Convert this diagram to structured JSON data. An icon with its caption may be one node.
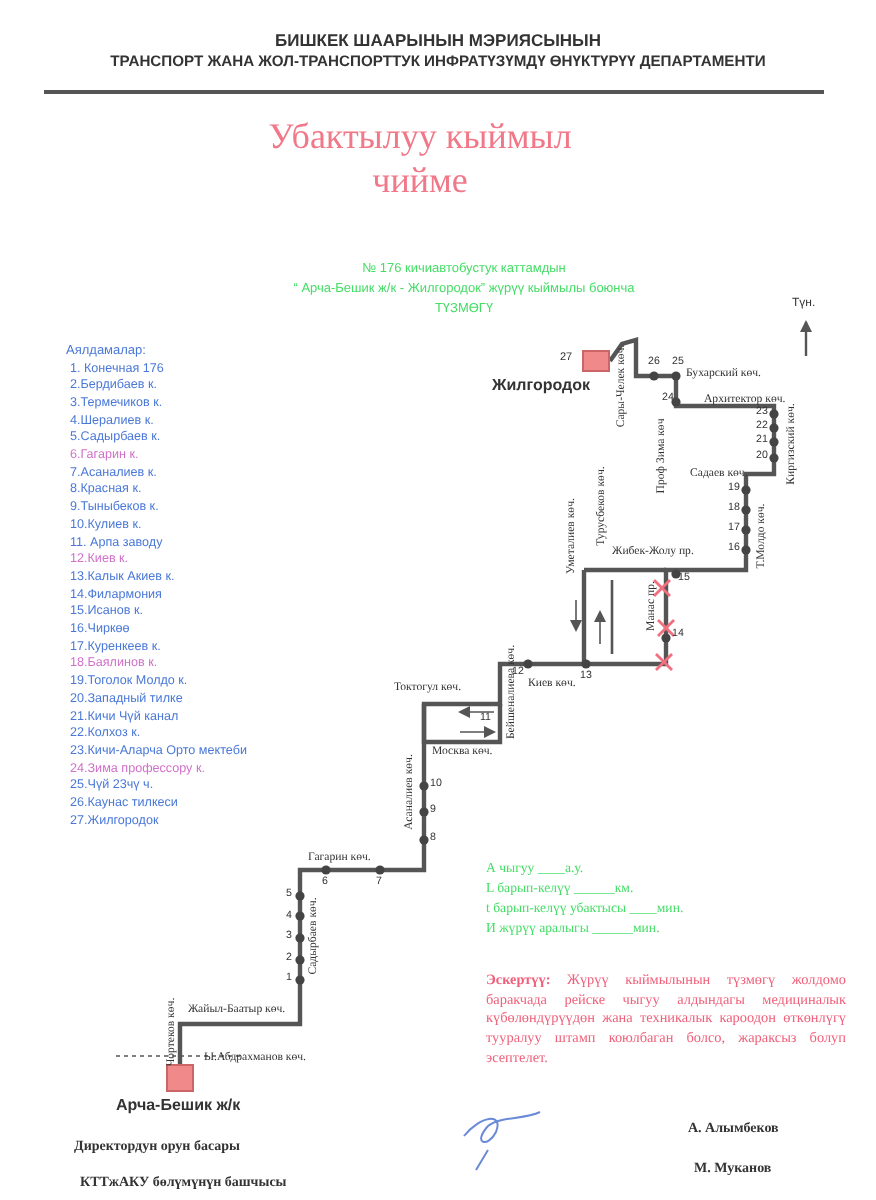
{
  "diagram": {
    "title": "Убактылуу кыймыл чийме",
    "nodes": [
      {
        "text": [
          "Арча-Бешик ж/к"
        ]
      },
      {
        "text": [
          "Жилгородок"
        ],
        "beside": [
          "27"
        ]
      }
    ],
    "edges": [
      {
        "from": 0,
        "to": 1,
        "arrow": "none"
      }
    ],
    "labels": [
      "БИШКЕК ШААРЫНЫН  МЭРИЯСЫНЫН",
      "ТРАНСПОРТ ЖАНА ЖОЛ-ТРАНСПОРТТУК ИНФРАТҮЗҮМДҮ ӨНҮКТҮРҮҮ ДЕПАРТАМЕНТИ",
      "№ 176  кичиавтобустук каттамдын",
      "“ Арча-Бешик ж/к - Жилгородок” жүрүү кыймылы боюнча",
      "ТҮЗМӨГҮ",
      "Түн.",
      "Аялдамалар:",
      "1. Конечная 176",
      "2.Бердибаев к.",
      "3.Термечиков к.",
      "4.Шералиев к.",
      "5.Садырбаев к.",
      "6.Гагарин к.",
      "7.Асаналиев к.",
      "8.Красная к.",
      "9.Тыныбеков к.",
      "10.Кулиев к.",
      "11.  Арпа заводу",
      "12.Киев  к.",
      "13.Калык Акиев к.",
      "14.Филармония",
      "15.Исанов к.",
      "16.Чиркөө",
      "17.Куренкеев  к.",
      "18.Баялинов к.",
      "19.Тоголок Молдо к.",
      "20.Западный тилке",
      "21.Кичи Чүй канал",
      "22.Колхоз к.",
      "23.Кичи-Аларча Орто мектеби",
      "24.Зима профессору к.",
      "25.Чүй 23чү ч.",
      "26.Каунас тилкеси",
      "27.Жилгородок",
      "Бухарский көч.",
      "Сары-Челек көч.",
      "Архитектор көч.",
      "Проф Зима көч",
      "Киргизский көч.",
      "Садаев көч.",
      "Т.Молдо көч.",
      "Жибек-Жолу пр.",
      "Турусбеков көч.",
      "Уметалиев көч.",
      "Манас пр.",
      "Киев көч.",
      "Бейшеналиева көч.",
      "Токтогул көч.",
      "Москва көч.",
      "Асаналиев көч.",
      "Гагарин көч.",
      "Садырбаев көч.",
      "Жайыл-Баатыр көч.",
      "Чортеков көч.",
      "Ы.Абдрахманов көч.",
      "1",
      "2",
      "3",
      "4",
      "5",
      "6",
      "7",
      "8",
      "9",
      "10",
      "11",
      "12",
      "13",
      "14",
      "15",
      "16",
      "17",
      "18",
      "19",
      "20",
      "21",
      "22",
      "23",
      "24",
      "25",
      "26",
      "А чыгуу ____а.у.",
      "L барып-келүү ______км.",
      "t барып-келүү убактысы ____мин.",
      "И жүрүү аралыгы ______мин.",
      "**Эскертүү:** Жүрүү кыймылынын түзмөгү жолдомо баракчада рейске чыгуу алдындагы медициналык күбөлөндүрүүдөн жана техникалык кароодон өткөнлүгү тууралуу штамп коюлбаган болсо, жараксыз болуп эсептелет.",
      "А. Алымбеков",
      "М. Муканов",
      "Директордун орун басары",
      "КТТжАКУ  бөлүмүнүн башчысы"
    ]
  }
}
